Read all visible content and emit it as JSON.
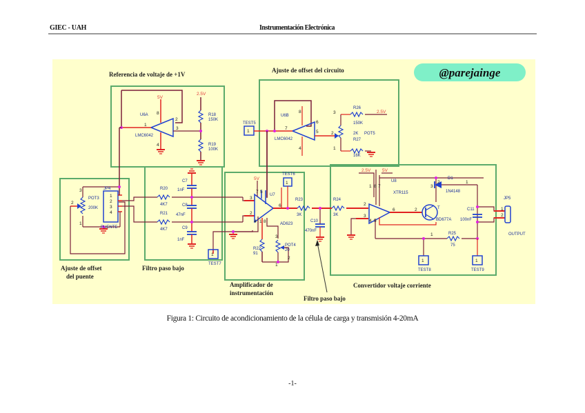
{
  "header": {
    "left": "GIEC - UAH",
    "center": "Instrumentación Electrónica"
  },
  "figure": {
    "watermark": "@parejainge",
    "colors": {
      "background": "#ffffcc",
      "block_border": "#5aaa6a",
      "wire": "#7a1f3a",
      "pin_wire": "#e02020",
      "component": "#1a2ed0",
      "junction": "#e020e0",
      "power_label": "#e23a3a",
      "watermark_bg": "#7ff0c8"
    },
    "blocks": {
      "reference": {
        "title": "Referencia de voltaje de +1V",
        "opamp": {
          "ref": "U6A",
          "part": "LMC6042",
          "pins": [
            "8",
            "2",
            "1",
            "3",
            "4"
          ],
          "supply": "5V"
        },
        "supply_ref": "2.5V",
        "resistors": [
          {
            "ref": "R18",
            "value": "150K"
          },
          {
            "ref": "R19",
            "value": "100K"
          }
        ]
      },
      "offset_circuit": {
        "title": "Ajuste de offset del circuito",
        "opamp": {
          "ref": "U6B",
          "part": "LMC6042",
          "pins": [
            "8",
            "6",
            "7",
            "5",
            "4"
          ]
        },
        "test_point": {
          "ref": "TEST5",
          "pin": "1"
        },
        "resistors": [
          {
            "ref": "R26",
            "value": "150K"
          },
          {
            "ref": "R27",
            "value": "16K"
          }
        ],
        "pot": {
          "ref": "POT5",
          "value": "2K",
          "pins": [
            "3",
            "2",
            "1"
          ]
        },
        "supply": "2.5V"
      },
      "bridge_offset": {
        "title_line1": "Ajuste de offset",
        "title_line2": "del puente",
        "pot": {
          "ref": "POT3",
          "value": "200K",
          "pins": [
            "3",
            "2",
            "1"
          ]
        },
        "connector": {
          "ref": "JP4",
          "name": "PUENTE",
          "pins": [
            "1",
            "2",
            "3",
            "4"
          ]
        }
      },
      "lowpass_filter": {
        "title": "Filtro paso bajo",
        "resistors": [
          {
            "ref": "R20",
            "value": "4K7"
          },
          {
            "ref": "R21",
            "value": "4K7"
          }
        ],
        "capacitors": [
          {
            "ref": "C7",
            "value": "1nF"
          },
          {
            "ref": "C8",
            "value": "47nF"
          },
          {
            "ref": "C9",
            "value": "1nF"
          }
        ],
        "test_point": {
          "ref": "TEST7",
          "pin": "1"
        }
      },
      "inamp": {
        "title_line1": "Amplificador de",
        "title_line2": "instrumentación",
        "amp": {
          "ref": "U7",
          "part": "AD623",
          "pins": [
            "7",
            "5",
            "3",
            "2",
            "6",
            "4",
            "1",
            "8"
          ],
          "supply": "5V"
        },
        "test_point": {
          "ref": "TEST6",
          "pin": "1"
        },
        "resistor": {
          "ref": "R22",
          "value": "91"
        },
        "pot": {
          "ref": "POT4",
          "value": "20",
          "pins": [
            "3",
            "2",
            "1"
          ]
        }
      },
      "output_filter": {
        "label": "Filtro paso bajo",
        "resistor": {
          "ref": "R23",
          "value": "3K"
        },
        "capacitor": {
          "ref": "C10",
          "value": "470nF"
        }
      },
      "v2i": {
        "title": "Convertidor voltaje corriente",
        "ic": {
          "ref": "U8",
          "part": "XTR115",
          "pins": [
            "1",
            "8",
            "7",
            "2",
            "3",
            "6",
            "4",
            "5"
          ]
        },
        "supplies": [
          "2.5V",
          "5V"
        ],
        "resistor_in": {
          "ref": "R24",
          "value": "3K"
        },
        "transistor": {
          "ref": "T",
          "part": "BD677A",
          "pins": [
            "3",
            "2",
            "1"
          ]
        },
        "diode": {
          "ref": "D1",
          "part": "1N4148",
          "pins": [
            "2",
            "1"
          ]
        },
        "capacitor": {
          "ref": "C11",
          "value": "100nF"
        },
        "resistor": {
          "ref": "R25",
          "value": "75"
        },
        "test_points": [
          {
            "ref": "TEST8",
            "pin": "1"
          },
          {
            "ref": "TEST9",
            "pin": "1"
          }
        ]
      },
      "output": {
        "connector": {
          "ref": "JP5",
          "pins": [
            "1",
            "2"
          ]
        },
        "label": "OUTPUT"
      }
    }
  },
  "caption": "Figura 1: Circuito de acondicionamiento de la célula de carga y transmisión 4-20mA",
  "page_number": "-1-"
}
